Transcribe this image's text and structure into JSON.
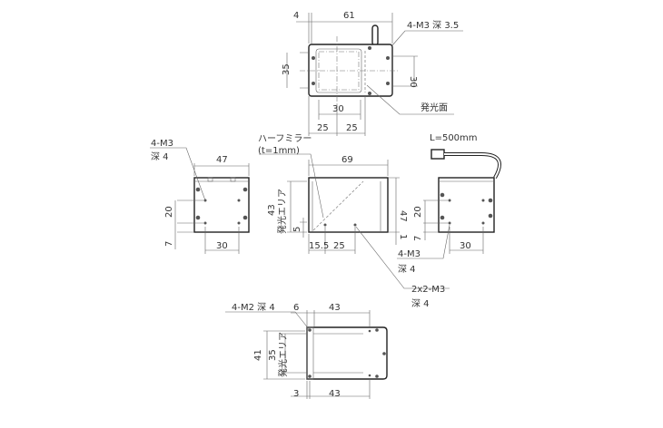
{
  "top_view": {
    "dim_4": "4",
    "dim_61": "61",
    "screw_note": "4-M3 深 3.5",
    "dim_35": "35",
    "dim_30_v": "30",
    "dim_30_h": "30",
    "dim_25_a": "25",
    "dim_25_b": "25",
    "emission_surface": "発光面"
  },
  "left_view": {
    "dim_47": "47",
    "screw_note_1": "4-M3",
    "screw_note_2": "深 4",
    "dim_20": "20",
    "dim_7": "7",
    "dim_30": "30"
  },
  "front_view": {
    "dim_69": "69",
    "mirror_note_1": "ハーフミラー",
    "mirror_note_2": "(t=1mm)",
    "dim_43": "43",
    "emission_area": "発光エリア",
    "dim_5": "5",
    "dim_15_5": "15.5",
    "dim_25": "25",
    "dim_47": "47",
    "dim_1": "1"
  },
  "right_view": {
    "cable_length": "L=500mm",
    "dim_20": "20",
    "dim_7": "7",
    "dim_30": "30",
    "screw_note_1": "4-M3",
    "screw_note_2": "深 4",
    "screw_note_3": "2x2-M3",
    "screw_note_4": "深 4"
  },
  "bottom_view": {
    "screw_note": "4-M2 深 4",
    "dim_6": "6",
    "dim_43_top": "43",
    "dim_41": "41",
    "dim_35": "35",
    "emission_area": "発光エリア",
    "dim_3": "3",
    "dim_43_bottom": "43"
  }
}
